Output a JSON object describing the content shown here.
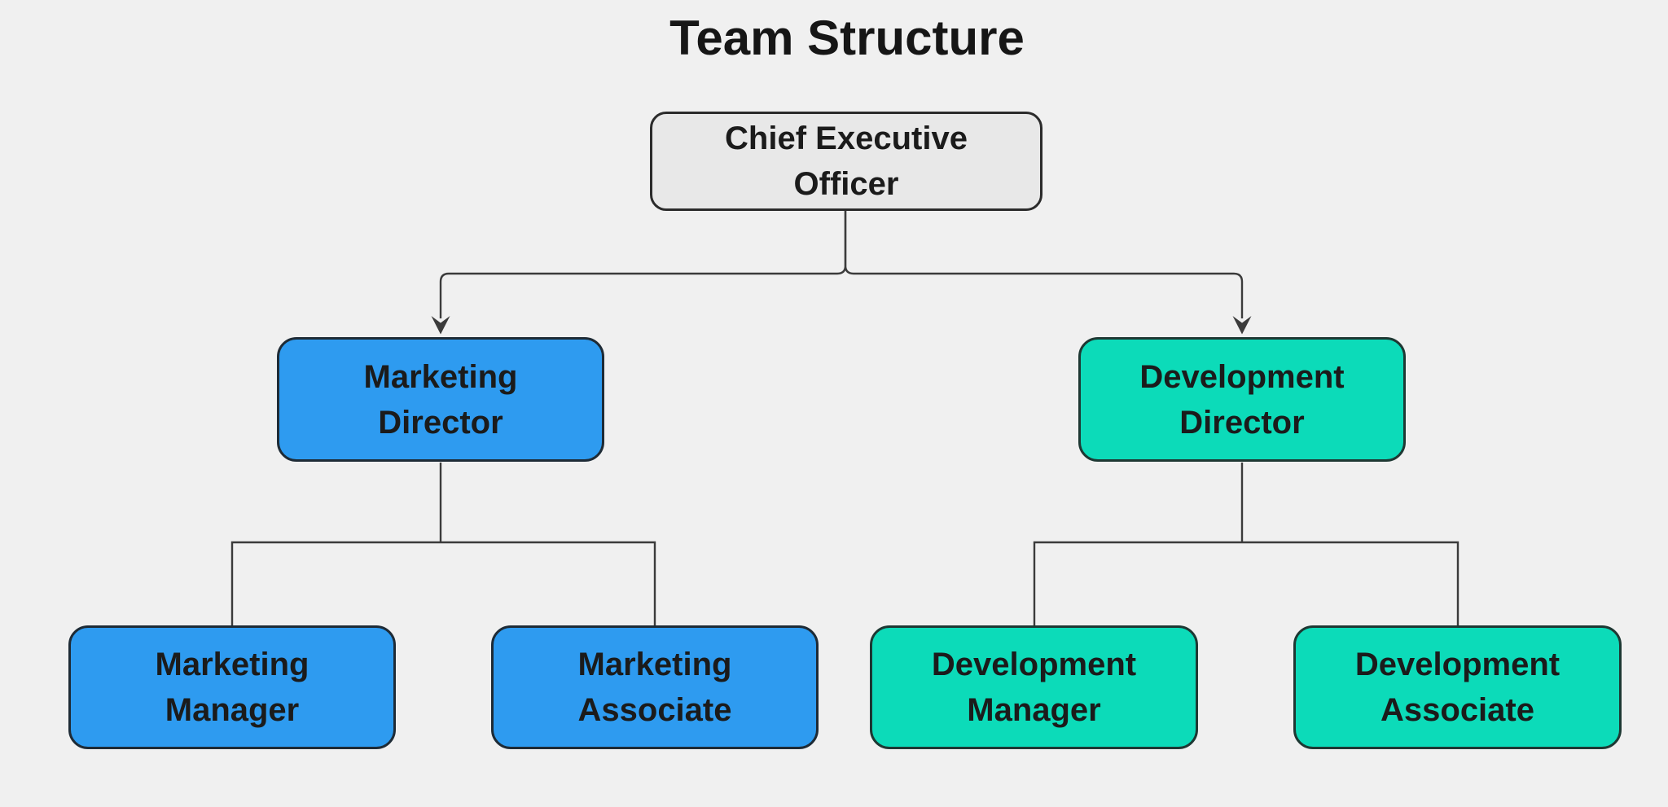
{
  "title": "Team Structure",
  "colors": {
    "background": "#F0F0F0",
    "executive_fill": "#E8E8E8",
    "marketing_fill": "#2E9BF0",
    "development_fill": "#0CDBB9",
    "node_border": "#23272B",
    "connector": "#3B3B3B",
    "text": "#1B1B1B"
  },
  "nodes": {
    "ceo": {
      "line1": "Chief Executive",
      "line2": "Officer",
      "team": "executive"
    },
    "marketing_director": {
      "line1": "Marketing",
      "line2": "Director",
      "team": "marketing"
    },
    "development_director": {
      "line1": "Development",
      "line2": "Director",
      "team": "development"
    },
    "marketing_manager": {
      "line1": "Marketing",
      "line2": "Manager",
      "team": "marketing"
    },
    "marketing_associate": {
      "line1": "Marketing",
      "line2": "Associate",
      "team": "marketing"
    },
    "development_manager": {
      "line1": "Development",
      "line2": "Manager",
      "team": "development"
    },
    "development_associate": {
      "line1": "Development",
      "line2": "Associate",
      "team": "development"
    }
  },
  "edges": [
    {
      "from": "ceo",
      "to": "marketing_director",
      "arrowhead": true
    },
    {
      "from": "ceo",
      "to": "development_director",
      "arrowhead": true
    },
    {
      "from": "marketing_director",
      "to": "marketing_manager",
      "arrowhead": false
    },
    {
      "from": "marketing_director",
      "to": "marketing_associate",
      "arrowhead": false
    },
    {
      "from": "development_director",
      "to": "development_manager",
      "arrowhead": false
    },
    {
      "from": "development_director",
      "to": "development_associate",
      "arrowhead": false
    }
  ]
}
